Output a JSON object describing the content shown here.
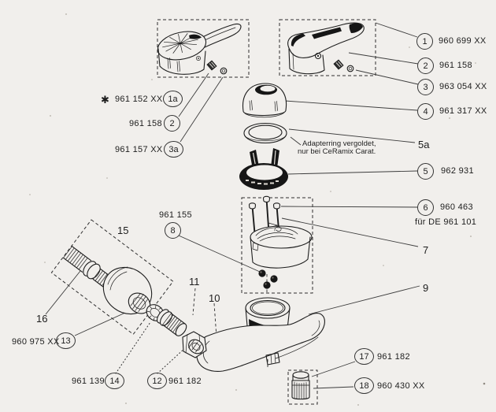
{
  "page": {
    "background": "#f1efec",
    "ink": "#1d1d1d",
    "kind": "exploded-parts-diagram",
    "subject": "single-lever mixer fitting"
  },
  "star": "✱",
  "note": {
    "line1": "Adapterring vergoldet,",
    "line2": "nur bei CeRamix Carat."
  },
  "callouts": {
    "c1": {
      "num": "1",
      "code": "960 699 XX"
    },
    "c2r": {
      "num": "2",
      "code": "961 158"
    },
    "c3": {
      "num": "3",
      "code": "963 054 XX"
    },
    "c1a": {
      "num": "1a",
      "code": "961 152 XX"
    },
    "c2l": {
      "num": "2",
      "code": "961 158"
    },
    "c3a": {
      "num": "3a",
      "code": "961 157 XX"
    },
    "c4": {
      "num": "4",
      "code": "961 317 XX"
    },
    "c5a": {
      "num": "5a"
    },
    "c5": {
      "num": "5",
      "code": "962 931"
    },
    "c6": {
      "num": "6",
      "code": "960 463",
      "note": "für DE 961 101"
    },
    "c7": {
      "num": "7"
    },
    "c8": {
      "num": "8",
      "code": "961 155"
    },
    "c9": {
      "num": "9"
    },
    "c10": {
      "num": "10"
    },
    "c11": {
      "num": "11"
    },
    "c12": {
      "num": "12",
      "code": "961 182"
    },
    "c13": {
      "num": "13",
      "code": "960 975 XX"
    },
    "c14": {
      "num": "14",
      "code": "961 139"
    },
    "c15": {
      "num": "15"
    },
    "c16": {
      "num": "16"
    },
    "c17": {
      "num": "17",
      "code": "961 182"
    },
    "c18": {
      "num": "18",
      "code": "960 430 XX"
    }
  }
}
